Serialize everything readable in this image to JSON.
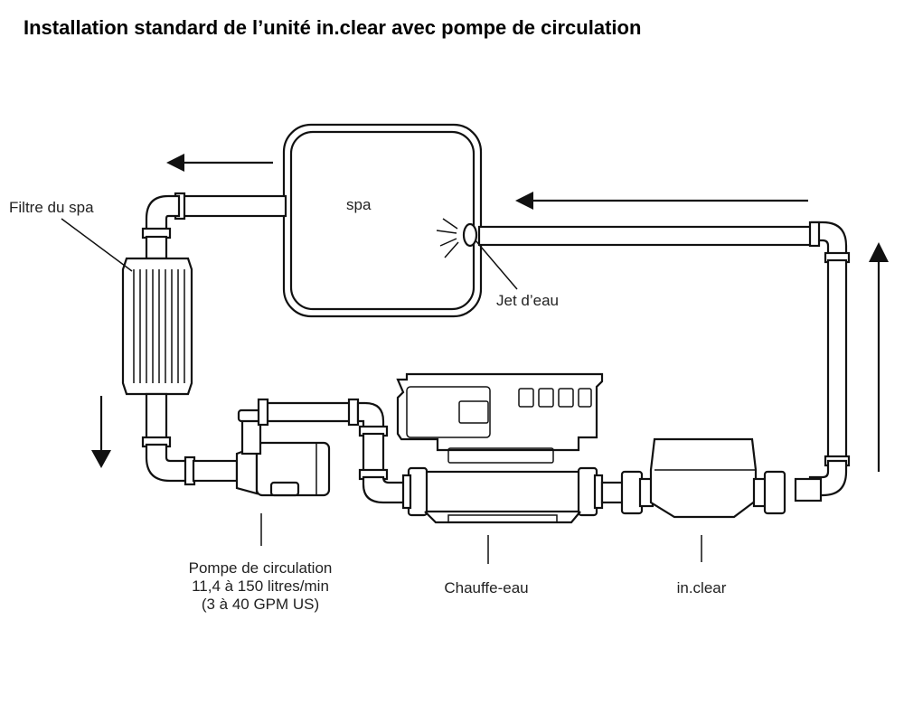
{
  "title": "Installation standard de l’unité in.clear avec pompe de circulation",
  "labels": {
    "spa": "spa",
    "jet": "Jet d’eau",
    "filter": "Filtre du spa",
    "pump_line1": "Pompe de circulation",
    "pump_line2": "11,4 à 150 litres/min",
    "pump_line3": "(3 à 40 GPM US)",
    "heater": "Chauffe-eau",
    "inclear": "in.clear"
  },
  "arrows": [
    {
      "name": "flow-arrow-left-top",
      "direction": "left"
    },
    {
      "name": "flow-arrow-left-return",
      "direction": "left"
    },
    {
      "name": "flow-arrow-down",
      "direction": "down"
    },
    {
      "name": "flow-arrow-up",
      "direction": "up"
    }
  ]
}
